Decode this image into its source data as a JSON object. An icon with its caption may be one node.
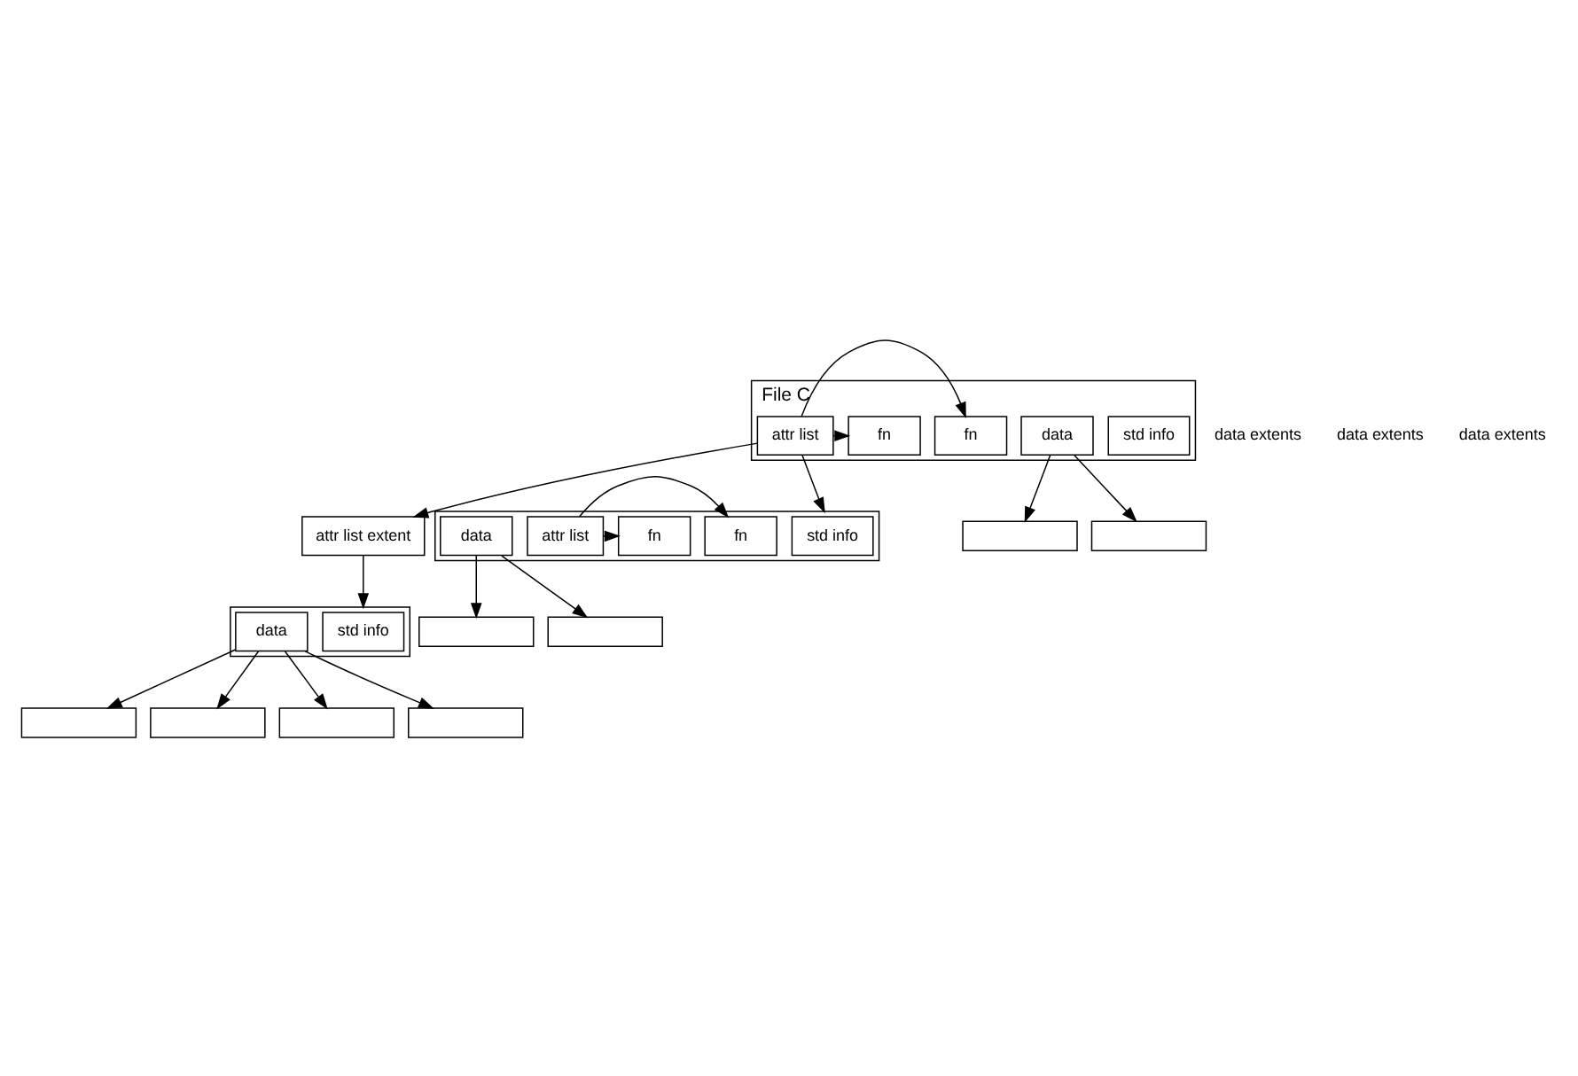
{
  "diagram": {
    "nodes": [
      {
        "text": [],
        "shape": "box",
        "beside": [
          "File C"
        ]
      },
      {
        "text": [
          "std info"
        ],
        "in": 0
      },
      {
        "text": [
          "attr list"
        ],
        "in": 0
      },
      {
        "text": [
          "fn"
        ],
        "in": 0
      },
      {
        "text": [
          "fn"
        ],
        "in": 0
      },
      {
        "text": [
          "data"
        ],
        "in": 0
      },
      {
        "text": [],
        "shape": "box"
      },
      {
        "text": [],
        "shape": "box"
      },
      {
        "text": [
          "attr list extent"
        ]
      },
      {
        "text": [],
        "shape": "box"
      },
      {
        "text": [
          "std info"
        ],
        "in": 9
      },
      {
        "text": [
          "attr list"
        ],
        "in": 9
      },
      {
        "text": [
          "fn"
        ],
        "in": 9
      },
      {
        "text": [
          "fn"
        ],
        "in": 9
      },
      {
        "text": [
          "data"
        ],
        "in": 9
      },
      {
        "text": [],
        "shape": "box"
      },
      {
        "text": [],
        "shape": "box"
      },
      {
        "text": [],
        "shape": "box"
      },
      {
        "text": [
          "std info"
        ],
        "in": 17
      },
      {
        "text": [
          "data"
        ],
        "in": 17
      },
      {
        "text": [],
        "shape": "box"
      },
      {
        "text": [],
        "shape": "box"
      },
      {
        "text": [],
        "shape": "box"
      },
      {
        "text": [],
        "shape": "box"
      }
    ],
    "edges": [
      {
        "from": 2,
        "to": 3,
        "arrow": "to"
      },
      {
        "from": 2,
        "to": 4,
        "arrow": "to"
      },
      {
        "from": 5,
        "to": 6,
        "arrow": "to"
      },
      {
        "from": 5,
        "to": 7,
        "arrow": "to"
      },
      {
        "from": 2,
        "to": 8,
        "arrow": "to"
      },
      {
        "from": 2,
        "to": 9,
        "arrow": "to"
      },
      {
        "from": 8,
        "to": 17,
        "arrow": "to"
      },
      {
        "from": 11,
        "to": 12,
        "arrow": "to"
      },
      {
        "from": 11,
        "to": 13,
        "arrow": "to"
      },
      {
        "from": 14,
        "to": 15,
        "arrow": "to"
      },
      {
        "from": 14,
        "to": 16,
        "arrow": "to"
      },
      {
        "from": 19,
        "to": 20,
        "arrow": "to"
      },
      {
        "from": 19,
        "to": 21,
        "arrow": "to"
      },
      {
        "from": 19,
        "to": 22,
        "arrow": "to"
      },
      {
        "from": 19,
        "to": 23,
        "arrow": "to"
      }
    ],
    "labels": [
      "data extents",
      "data extents",
      "data extents"
    ]
  }
}
